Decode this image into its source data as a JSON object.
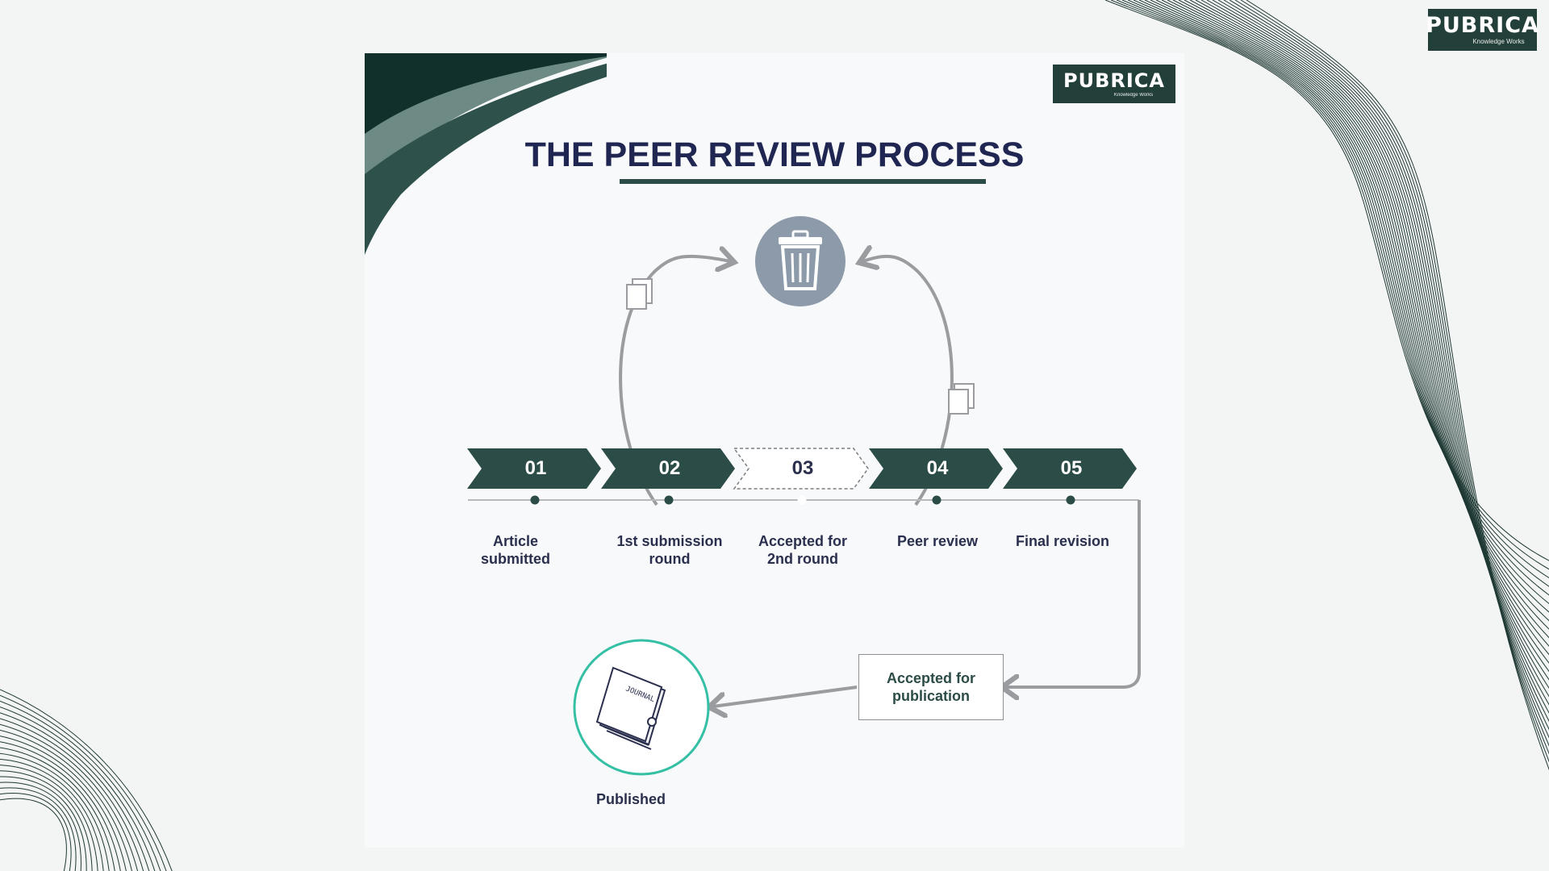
{
  "brand": {
    "name": "PUBRICA",
    "tagline": "Knowledge Works"
  },
  "title": {
    "prefix": "THE",
    "main": "PEER REVIEW PROCESS"
  },
  "steps": [
    {
      "number": "01",
      "label": "Article submitted"
    },
    {
      "number": "02",
      "label": "1st submission round"
    },
    {
      "number": "03",
      "label": "Accepted for 2nd round"
    },
    {
      "number": "04",
      "label": "Peer review"
    },
    {
      "number": "05",
      "label": "Final revision"
    }
  ],
  "accepted_box": "Accepted for publication",
  "published": "Published",
  "book_text": "JOURNAL",
  "colors": {
    "accent": "#2c4c47",
    "title": "#202652",
    "trash_circle": "#8c9aaa",
    "published_ring": "#35c0a6",
    "arrow": "#9a9c9f"
  },
  "icons": [
    "trash-icon",
    "documents-icon",
    "book-icon"
  ]
}
